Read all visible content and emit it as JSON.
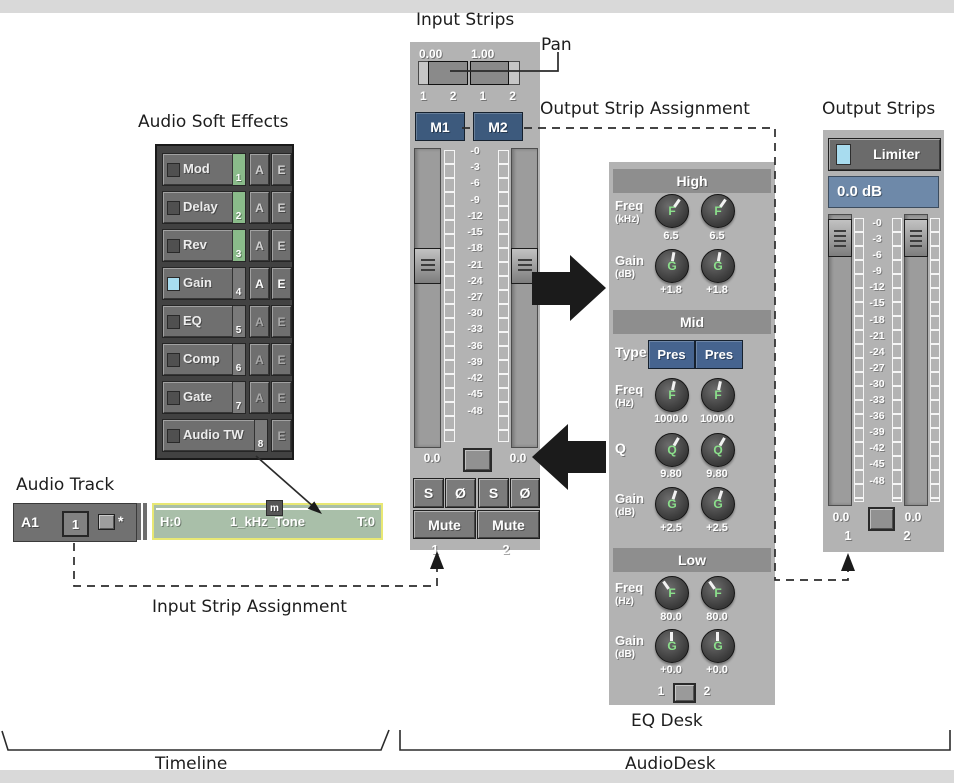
{
  "annotations": {
    "input_strips": "Input Strips",
    "pan": "Pan",
    "output_strip_assignment": "Output Strip Assignment",
    "output_strips": "Output Strips",
    "audio_soft_effects": "Audio Soft Effects",
    "audio_track": "Audio Track",
    "input_strip_assignment": "Input Strip Assignment",
    "eq_desk": "EQ Desk",
    "timeline": "Timeline",
    "audiodesk": "AudioDesk"
  },
  "meter_scale": [
    "-0",
    "-3",
    "-6",
    "-9",
    "-12",
    "-15",
    "-18",
    "-21",
    "-24",
    "-27",
    "-30",
    "-33",
    "-36",
    "-39",
    "-42",
    "-45",
    "-48"
  ],
  "effects_panel": {
    "automation_label": "A",
    "edit_label": "E",
    "rows": [
      {
        "label": "Mod",
        "num": "1"
      },
      {
        "label": "Delay",
        "num": "2"
      },
      {
        "label": "Rev",
        "num": "3"
      },
      {
        "label": "Gain",
        "num": "4"
      },
      {
        "label": "EQ",
        "num": "5"
      },
      {
        "label": "Comp",
        "num": "6"
      },
      {
        "label": "Gate",
        "num": "7"
      },
      {
        "label": "Audio TW",
        "num": "8"
      }
    ]
  },
  "audio_track": {
    "name": "A1",
    "strip_assign": "1",
    "star": "*",
    "clip": {
      "head": "H:0",
      "title": "1_kHz_Tone",
      "tail": "T:0",
      "marker": "m"
    }
  },
  "input_strips": {
    "pan_values": [
      "0.00",
      "1.00"
    ],
    "channel_pairs": [
      "1",
      "2",
      "1",
      "2"
    ],
    "bus_buttons": [
      "M1",
      "M2"
    ],
    "fader_values": [
      "0.0",
      "0.0"
    ],
    "solo_label": "S",
    "phase_label": "Ø",
    "mute_label": "Mute",
    "channels": [
      "1",
      "2"
    ]
  },
  "eq_desk": {
    "sections": {
      "high": {
        "title": "High",
        "freq_label": "Freq",
        "freq_unit": "(kHz)",
        "f_letter": "F",
        "freq_values": [
          "6.5",
          "6.5"
        ],
        "gain_label": "Gain",
        "gain_unit": "(dB)",
        "g_letter": "G",
        "gain_values": [
          "+1.8",
          "+1.8"
        ]
      },
      "mid": {
        "title": "Mid",
        "type_label": "Type",
        "type_buttons": [
          "Pres",
          "Pres"
        ],
        "freq_label": "Freq",
        "freq_unit": "(Hz)",
        "f_letter": "F",
        "freq_values": [
          "1000.0",
          "1000.0"
        ],
        "q_label": "Q",
        "q_letter": "Q",
        "q_values": [
          "9.80",
          "9.80"
        ],
        "gain_label": "Gain",
        "gain_unit": "(dB)",
        "g_letter": "G",
        "gain_values": [
          "+2.5",
          "+2.5"
        ]
      },
      "low": {
        "title": "Low",
        "freq_label": "Freq",
        "freq_unit": "(Hz)",
        "f_letter": "F",
        "freq_values": [
          "80.0",
          "80.0"
        ],
        "gain_label": "Gain",
        "gain_unit": "(dB)",
        "g_letter": "G",
        "gain_values": [
          "+0.0",
          "+0.0"
        ]
      }
    },
    "link_channels": [
      "1",
      "2"
    ]
  },
  "output_strips": {
    "limiter_label": "Limiter",
    "gain_display": "0.0 dB",
    "fader_values": [
      "0.0",
      "0.0"
    ],
    "channels": [
      "1",
      "2"
    ]
  },
  "colors": {
    "bus_blue": "#3d5a7d",
    "display_blue": "#6e89a9",
    "indicator_cyan": "#a8dcef",
    "stripe_green": "#8abb8a",
    "clip_green": "#a9bfa9",
    "panel_gray": "#b3b3b3"
  }
}
